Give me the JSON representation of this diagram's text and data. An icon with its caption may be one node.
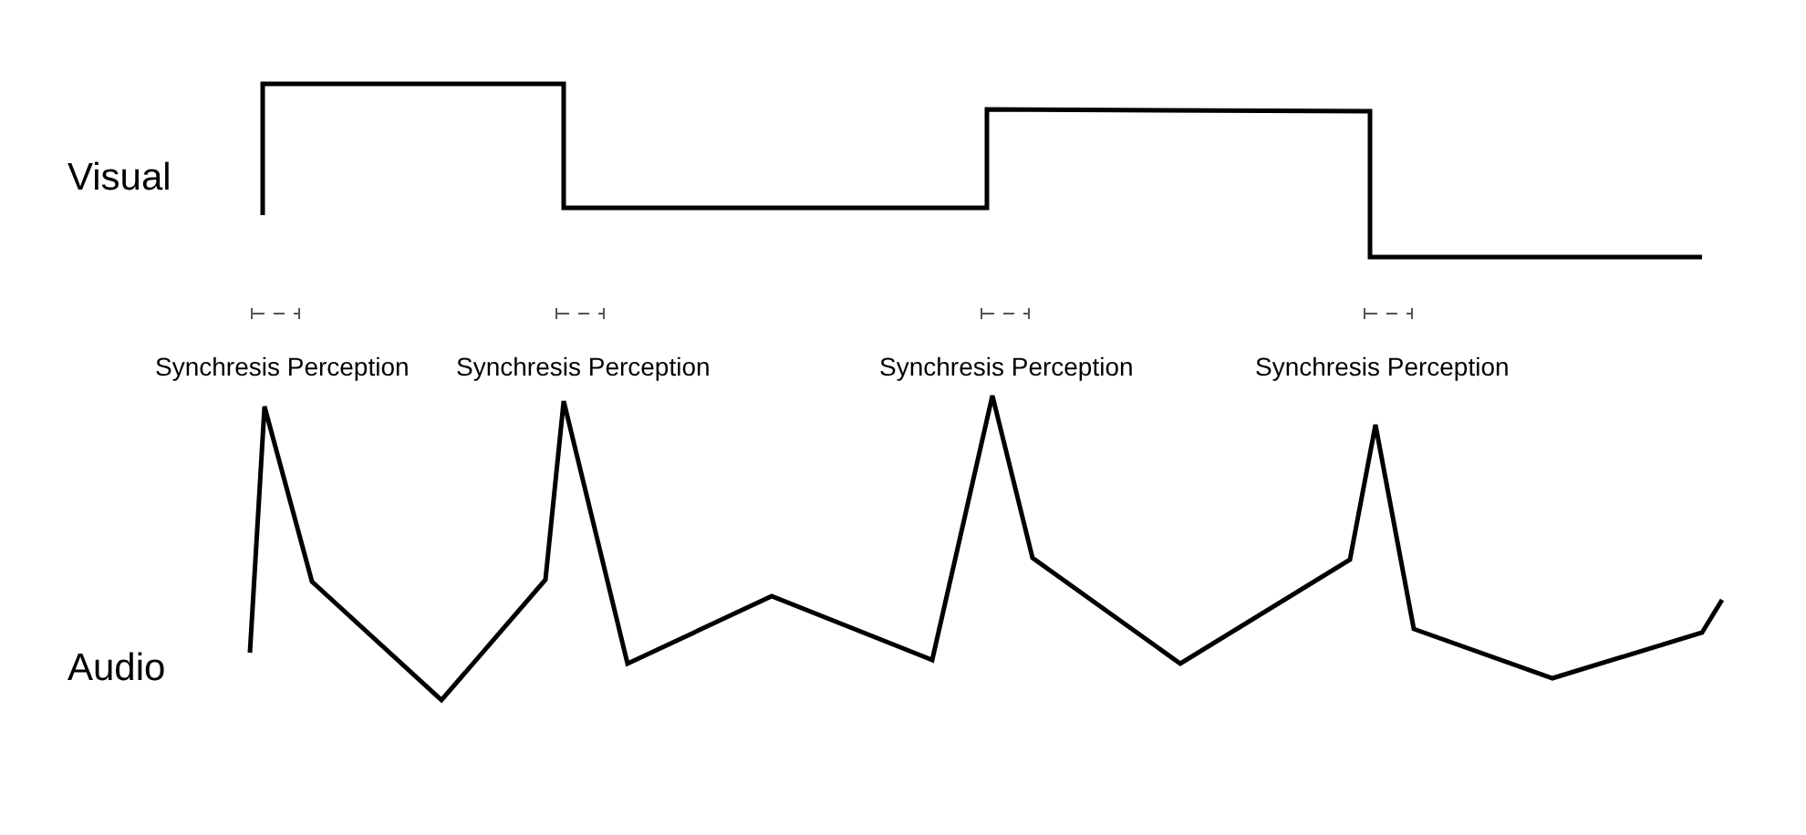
{
  "diagram": {
    "labels": [
      "Visual",
      "Synchresis Perception",
      "Synchresis Perception",
      "Synchresis Perception",
      "Synchresis Perception",
      "Audio"
    ]
  }
}
